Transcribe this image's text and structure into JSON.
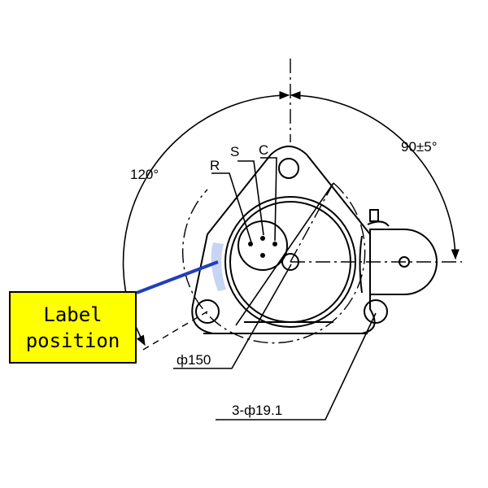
{
  "labels": {
    "angle_left": "120°",
    "angle_right": "90±5°",
    "terminal_r": "R",
    "terminal_s": "S",
    "terminal_c": "C",
    "diameter_circle": "ф150",
    "holes": "3-ф19.1",
    "label_line1": "Label",
    "label_line2": "position"
  },
  "colors": {
    "line": "#000000",
    "label_fill": "#ffff00",
    "leader_blue": "#1f3fbf",
    "label_band": "#c8d4f4"
  }
}
